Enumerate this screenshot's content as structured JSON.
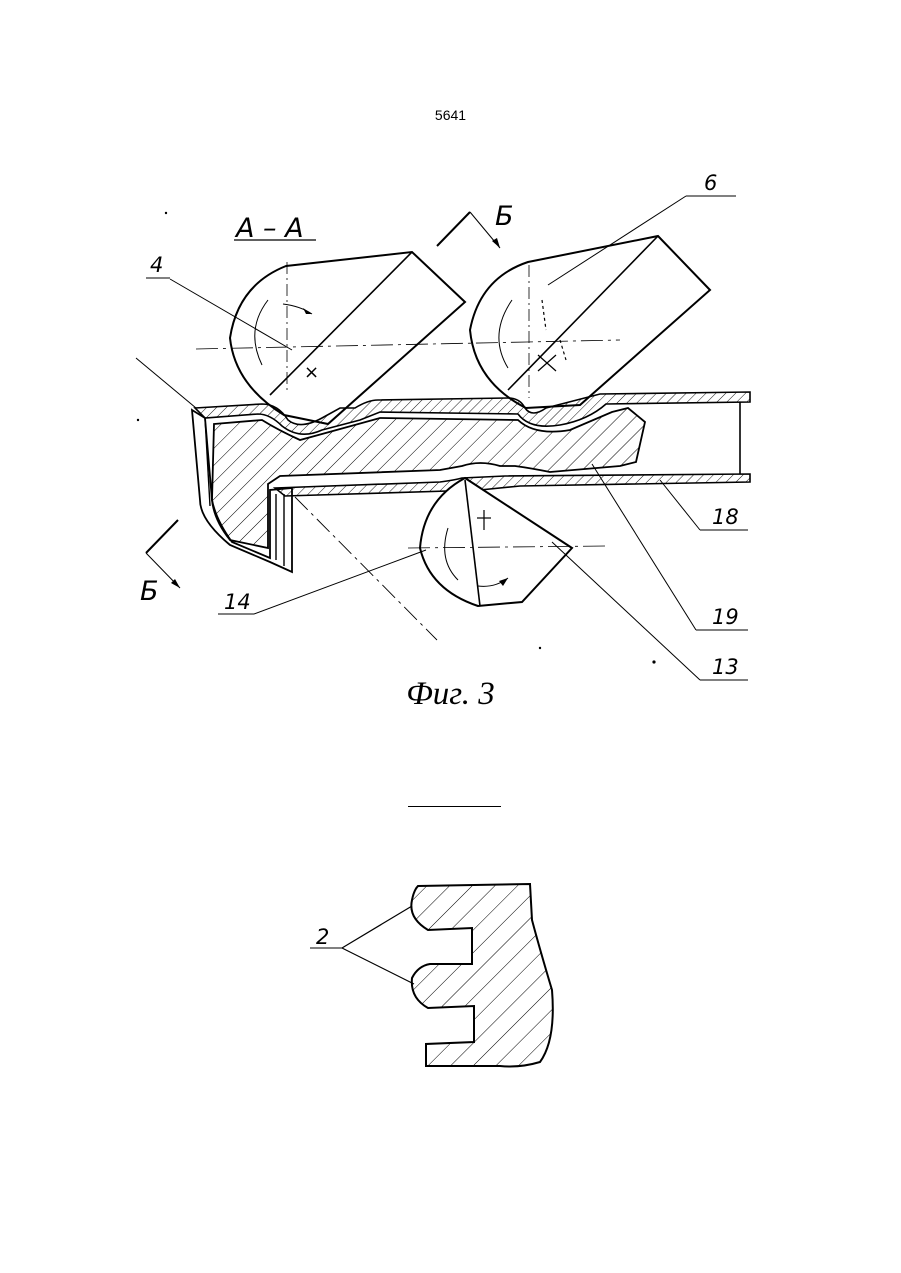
{
  "page": {
    "number": "5641"
  },
  "figure3": {
    "section_label": "А – А",
    "cut_label_top": "Б",
    "cut_label_bottom": "Б",
    "callouts": {
      "roller_4": "4",
      "roller_6": "6",
      "part_14": "14",
      "part_13": "13",
      "part_18": "18",
      "part_19": "19"
    },
    "caption": "Фиг. 3"
  },
  "figure4": {
    "callouts": {
      "groove_2": "2"
    }
  }
}
